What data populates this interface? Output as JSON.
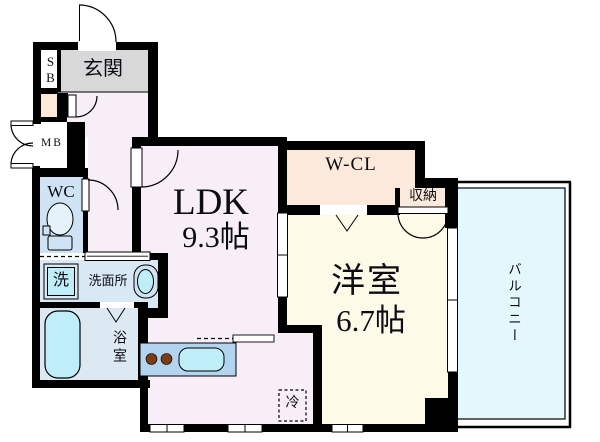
{
  "rooms": {
    "genkan": {
      "label": "玄関"
    },
    "shoe_box": {
      "label": "SB"
    },
    "meter_box": {
      "label": "MB"
    },
    "toilet": {
      "label": "WC"
    },
    "washing_machine": {
      "label": "洗"
    },
    "washroom": {
      "label": "洗面所"
    },
    "bathroom": {
      "label": "浴室"
    },
    "ldk": {
      "label": "LDK",
      "size": "9.3帖"
    },
    "walk_in_closet": {
      "label": "W-CL"
    },
    "storage": {
      "label": "収納"
    },
    "western_room": {
      "label": "洋室",
      "size": "6.7帖"
    },
    "balcony": {
      "label": "バルコニー"
    },
    "refrigerator_space": {
      "label": "冷"
    }
  },
  "colors": {
    "wall": "#000000",
    "floor_main": "#f7eef7",
    "genkan": "#d8d8d8",
    "closet": "#fbe9db",
    "western_room": "#fdfae8",
    "balcony": "#e4f7fd",
    "wet_area": "#cfe3f4",
    "fixture": "#bfeef8",
    "counter": "#b3d4ee",
    "burner": "#7c3d12"
  }
}
